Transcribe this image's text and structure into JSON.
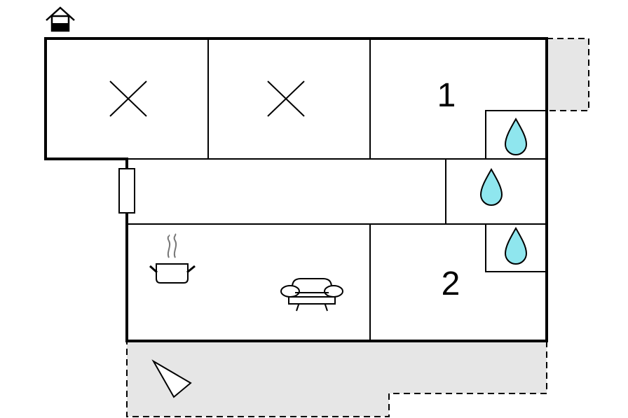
{
  "floor_plan": {
    "rooms": [
      {
        "id": "bedroom-1",
        "label": "1"
      },
      {
        "id": "bedroom-2",
        "label": "2"
      }
    ],
    "icons": {
      "entrance": "house-entrance-icon",
      "closed_rooms": "x-mark-icon",
      "bathroom": "water-drop-icon",
      "kitchen": "cooking-pot-icon",
      "living": "sofa-icon",
      "terrace_view": "viewpoint-triangle-icon",
      "door": "door-icon"
    },
    "colors": {
      "wall": "#000000",
      "terrace_fill": "#e6e6e6",
      "water_drop": "#8fe6ee"
    }
  }
}
